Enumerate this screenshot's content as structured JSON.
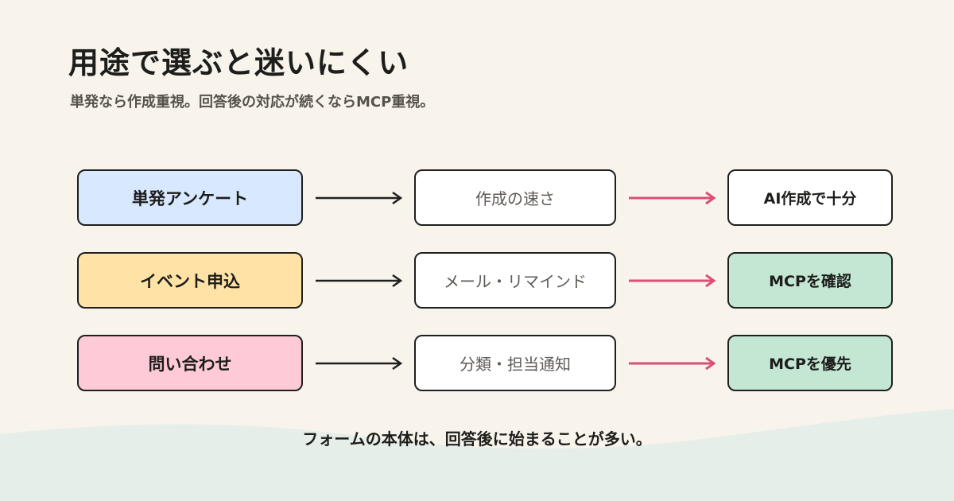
{
  "title": "用途で選ぶと迷いにくい",
  "subtitle": "単発なら作成重視。回答後の対応が続くならMCP重視。",
  "colors": {
    "background": "#f8f4ec",
    "wave": "#e6eeea",
    "dark_arrow": "#1f1f1f",
    "pink_arrow": "#dc4e74"
  },
  "rows": [
    {
      "category": "単発アンケート",
      "category_color": "#d8e8ff",
      "feature": "作成の速さ",
      "result": "AI作成で十分",
      "result_color": "#ffffff"
    },
    {
      "category": "イベント申込",
      "category_color": "#ffe3a6",
      "feature": "メール・リマインド",
      "result": "MCPを確認",
      "result_color": "#c3e7d3"
    },
    {
      "category": "問い合わせ",
      "category_color": "#ffcad7",
      "feature": "分類・担当通知",
      "result": "MCPを優先",
      "result_color": "#c3e7d3"
    }
  ],
  "footer": "フォームの本体は、回答後に始まることが多い。"
}
